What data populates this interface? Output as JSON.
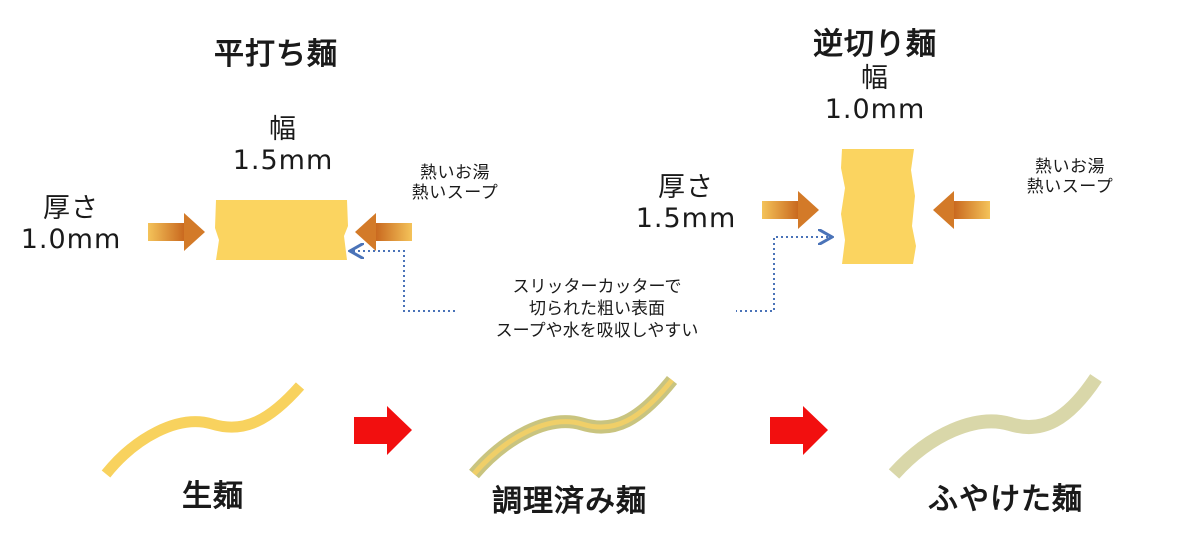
{
  "flat_noodle": {
    "title": "平打ち麺",
    "width_label": "幅",
    "width_value": "1.5mm",
    "thickness_label": "厚さ",
    "thickness_value": "1.0mm",
    "liquid_line1": "熱いお湯",
    "liquid_line2": "熱いスープ"
  },
  "reverse_cut_noodle": {
    "title": "逆切り麺",
    "width_label": "幅",
    "width_value": "1.0mm",
    "thickness_label": "厚さ",
    "thickness_value": "1.5mm",
    "liquid_line1": "熱いお湯",
    "liquid_line2": "熱いスープ"
  },
  "surface_note": {
    "line1": "スリッターカッターで",
    "line2": "切られた粗い表面",
    "line3": "スープや水を吸収しやすい"
  },
  "stages": [
    {
      "label": "生麺",
      "color": "#f8d25e"
    },
    {
      "label": "調理済み麺",
      "color": "#cbc785"
    },
    {
      "label": "ふやけた麺",
      "color": "#d9d7a9"
    }
  ],
  "colors": {
    "noodle_block": "#fbd460",
    "orange_arrow": "#e88a2c",
    "red_arrow": "#f20f0f",
    "dotted_line": "#4a73b8"
  }
}
